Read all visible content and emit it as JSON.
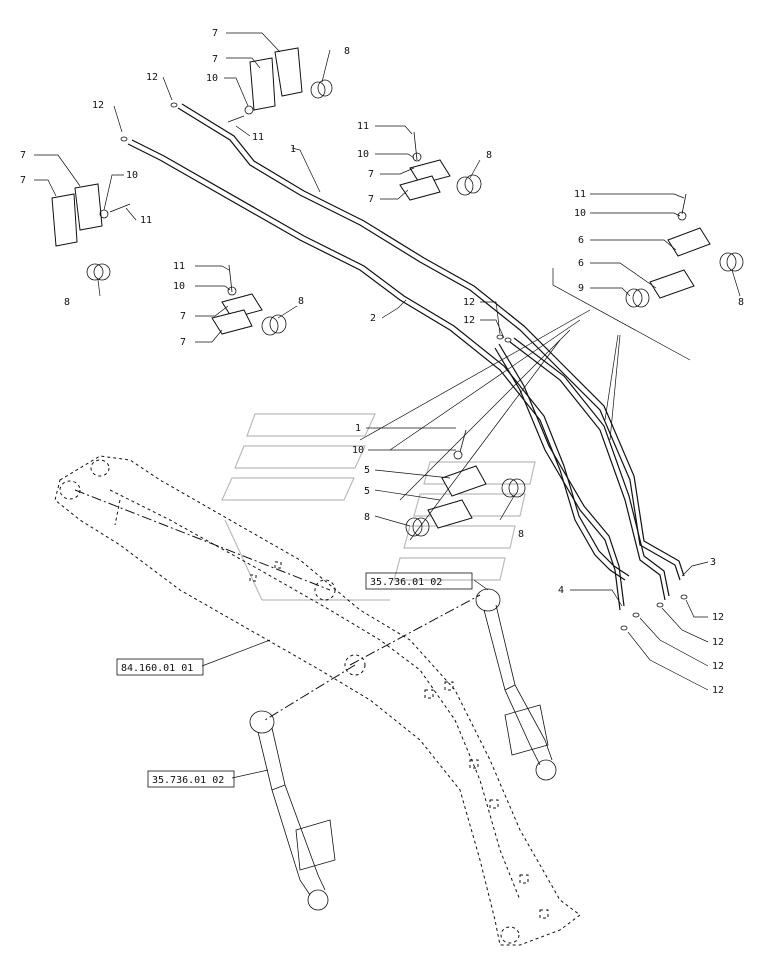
{
  "callouts": {
    "c7a": "7",
    "c7b": "7",
    "c8a": "8",
    "c12a": "12",
    "c10a": "10",
    "c11a": "11",
    "c12b": "12",
    "c1": "1",
    "c11b": "11",
    "c10b": "10",
    "c7c": "7",
    "c7d": "7",
    "c8b": "8",
    "c7e": "7",
    "c7f": "7",
    "c10c": "10",
    "c11c": "11",
    "c8c": "8",
    "c11d": "11",
    "c10d": "10",
    "c6a": "6",
    "c6b": "6",
    "c9": "9",
    "c8d": "8",
    "c11e": "11",
    "c10e": "10",
    "c7g": "7",
    "c7h": "7",
    "c8e": "8",
    "c2": "2",
    "c12c": "12",
    "c12d": "12",
    "c1b": "1",
    "c10f": "10",
    "c5a": "5",
    "c5b": "5",
    "c8f": "8",
    "c8g": "8",
    "c3": "3",
    "c4": "4",
    "c12e": "12",
    "c12f": "12",
    "c12g": "12",
    "c12h": "12"
  },
  "references": {
    "ref_boom": "84.160.01 01",
    "ref_cyl_upper": "35.736.01 02",
    "ref_cyl_lower": "35.736.01 02"
  }
}
